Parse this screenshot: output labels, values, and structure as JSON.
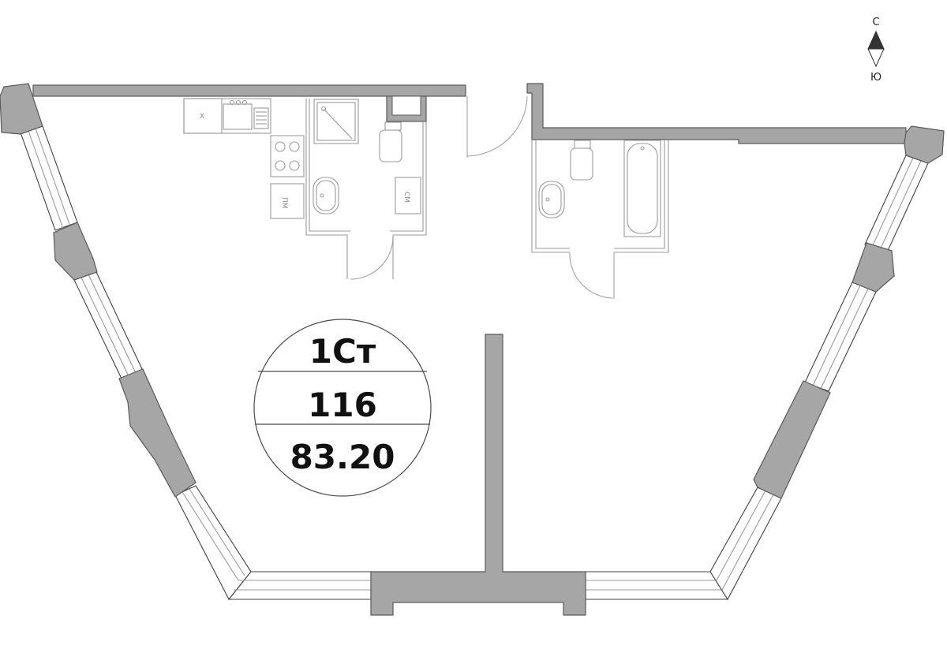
{
  "compass": {
    "north": "С",
    "south": "Ю"
  },
  "badge": {
    "type": "1Ст",
    "number": "116",
    "area": "83.20"
  },
  "fixtures": {
    "stove_label": "Х",
    "fridge_label": "ПМ",
    "washer_label": "СМ"
  },
  "colors": {
    "wall": "#a6a6a6",
    "wall_stroke": "#595959",
    "fixture_line": "#9a9a9a",
    "text": "#111111"
  }
}
